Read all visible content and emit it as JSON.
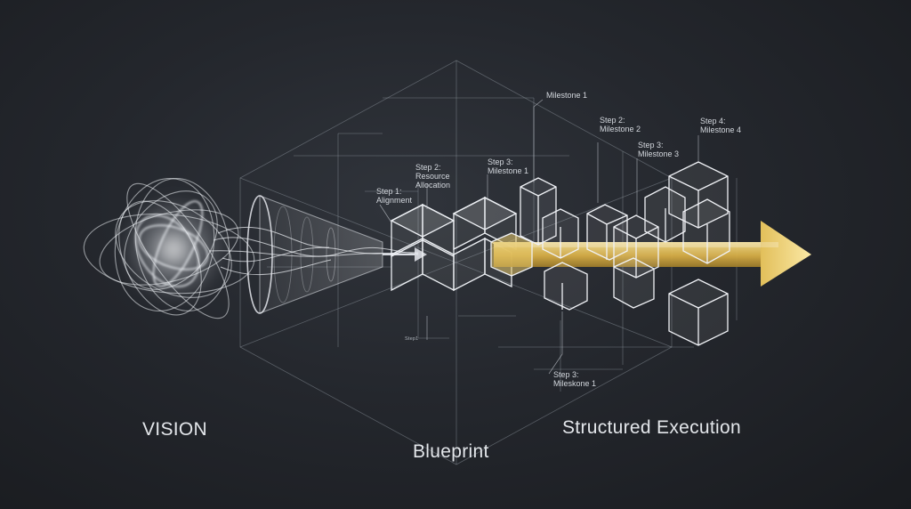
{
  "stages": {
    "vision": "VISION",
    "blueprint": "Blueprint",
    "execution": "Structured Execution"
  },
  "annotations": {
    "step1_alignment": "Step 1:\nAlignment",
    "step2_resource": "Step 2:\nResource\nAllocation",
    "step3_milestone1_top": "Step 3:\nMilestone 1",
    "milestone1_top": "Milestone 1",
    "step2_milestone2": "Step 2:\nMilestone 2",
    "step3_milestone3": "Step 3:\nMilestone 3",
    "step4_milestone4": "Step 4:\nMilestone 4",
    "step3_milestone1_bottom": "Step 3:\nMileskone 1",
    "step1_small": "Step1"
  },
  "colors": {
    "accent_gold": "#d8b24a",
    "line": "#aab0b8",
    "cube_edge": "#e6e9ee"
  }
}
